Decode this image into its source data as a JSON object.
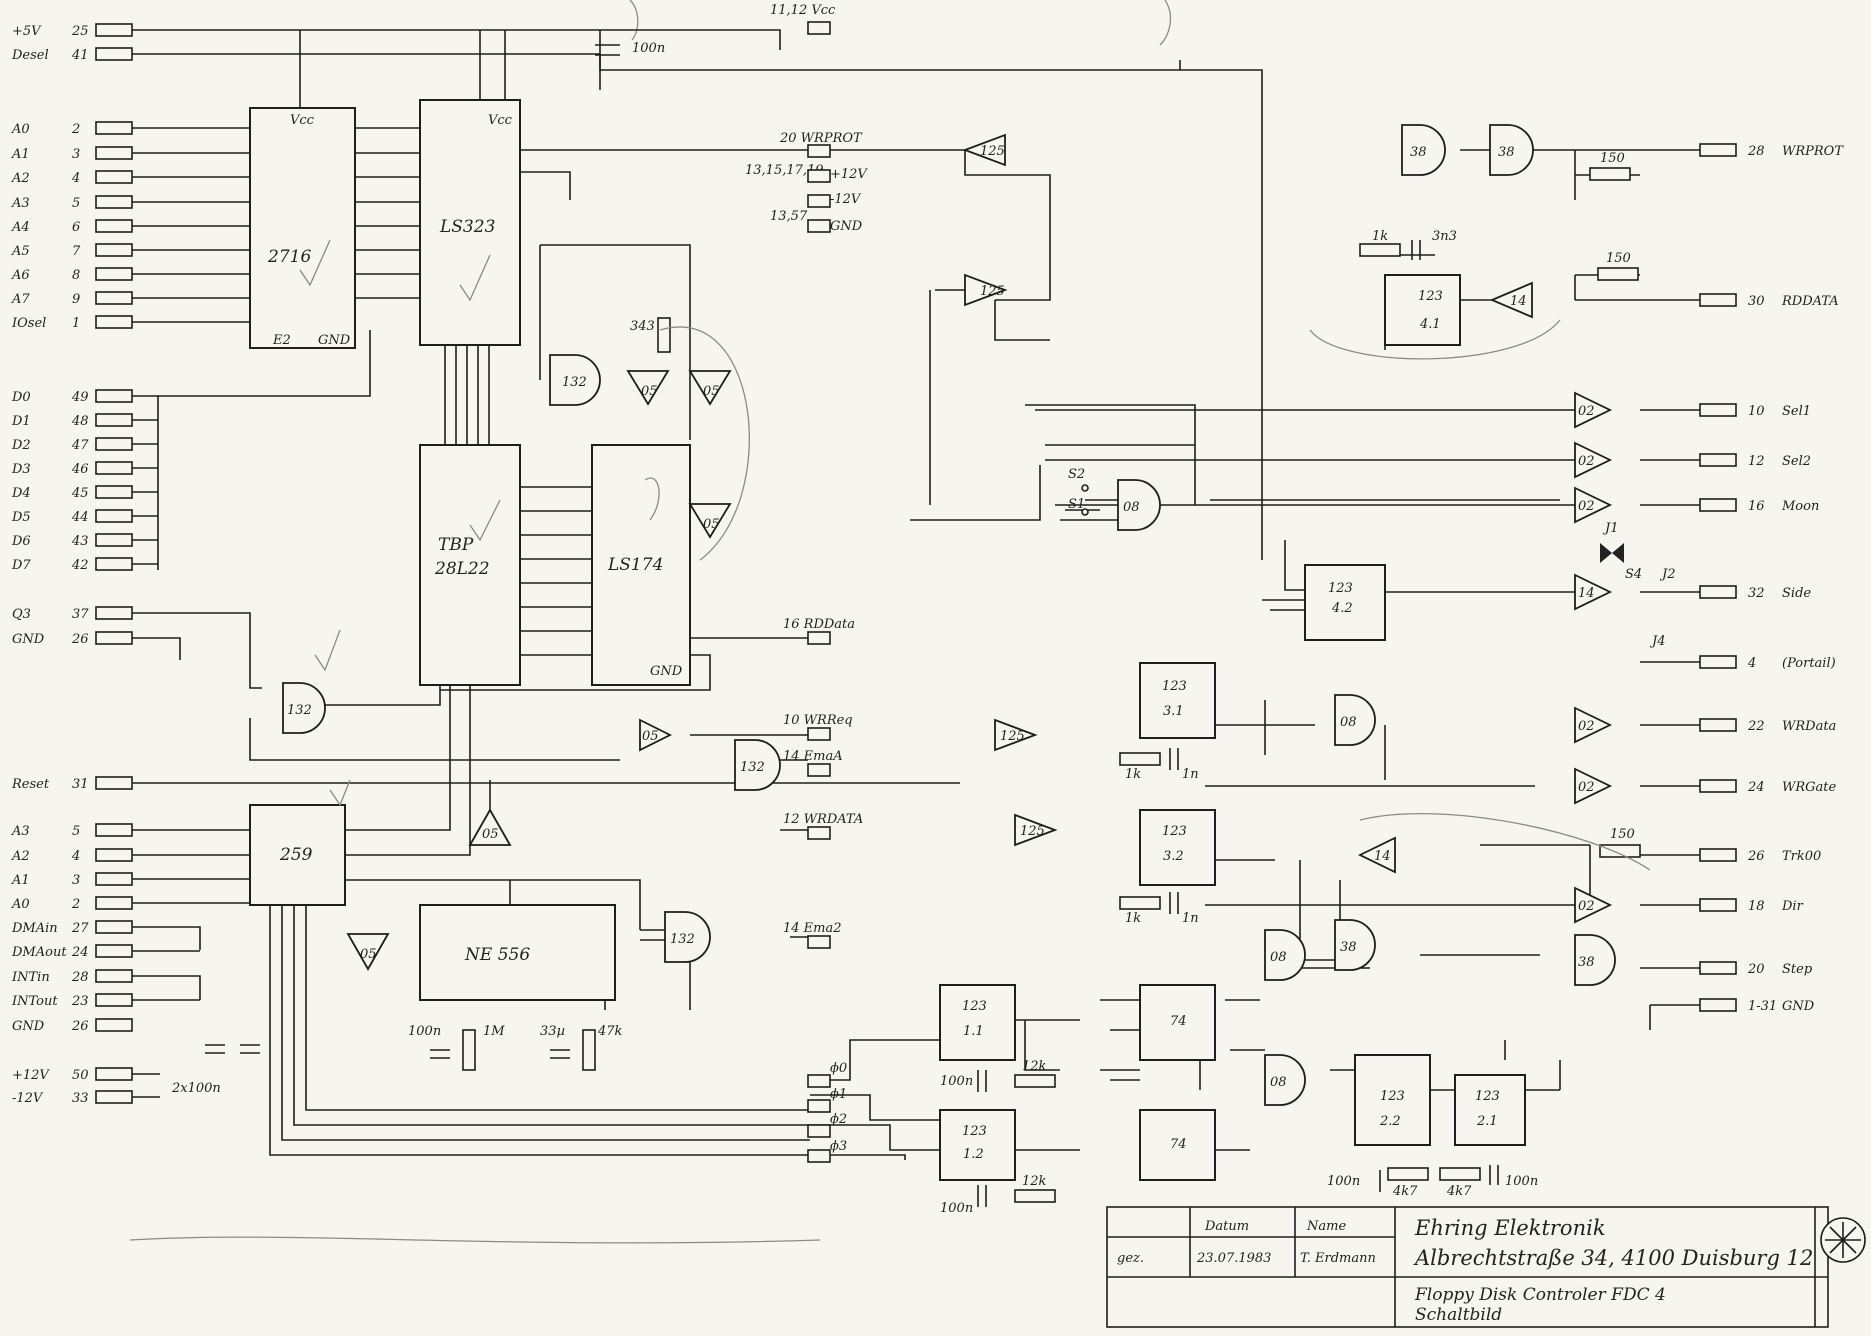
{
  "connector_left": [
    {
      "label": "+5V",
      "pin": "25"
    },
    {
      "label": "Desel",
      "pin": "41"
    },
    {
      "label": "A0",
      "pin": "2"
    },
    {
      "label": "A1",
      "pin": "3"
    },
    {
      "label": "A2",
      "pin": "4"
    },
    {
      "label": "A3",
      "pin": "5"
    },
    {
      "label": "A4",
      "pin": "6"
    },
    {
      "label": "A5",
      "pin": "7"
    },
    {
      "label": "A6",
      "pin": "8"
    },
    {
      "label": "A7",
      "pin": "9"
    },
    {
      "label": "IOsel",
      "pin": "1"
    },
    {
      "label": "D0",
      "pin": "49"
    },
    {
      "label": "D1",
      "pin": "48"
    },
    {
      "label": "D2",
      "pin": "47"
    },
    {
      "label": "D3",
      "pin": "46"
    },
    {
      "label": "D4",
      "pin": "45"
    },
    {
      "label": "D5",
      "pin": "44"
    },
    {
      "label": "D6",
      "pin": "43"
    },
    {
      "label": "D7",
      "pin": "42"
    },
    {
      "label": "Q3",
      "pin": "37"
    },
    {
      "label": "GND",
      "pin": "26"
    },
    {
      "label": "Reset",
      "pin": "31"
    },
    {
      "label": "A3",
      "pin": "5"
    },
    {
      "label": "A2",
      "pin": "4"
    },
    {
      "label": "A1",
      "pin": "3"
    },
    {
      "label": "A0",
      "pin": "2"
    },
    {
      "label": "DMAin",
      "pin": "27"
    },
    {
      "label": "DMAout",
      "pin": "24"
    },
    {
      "label": "INTin",
      "pin": "28"
    },
    {
      "label": "INTout",
      "pin": "23"
    },
    {
      "label": "GND",
      "pin": "26"
    },
    {
      "label": "+12V",
      "pin": "50"
    },
    {
      "label": "-12V",
      "pin": "33"
    }
  ],
  "connector_right": [
    {
      "pin": "28",
      "label": "WRPROT"
    },
    {
      "pin": "30",
      "label": "RDDATA"
    },
    {
      "pin": "10",
      "label": "Sel1"
    },
    {
      "pin": "12",
      "label": "Sel2"
    },
    {
      "pin": "16",
      "label": "Moon"
    },
    {
      "pin": "32",
      "label": "Side"
    },
    {
      "pin": "4",
      "label": "(Portail)"
    },
    {
      "pin": "22",
      "label": "WRData"
    },
    {
      "pin": "24",
      "label": "WRGate"
    },
    {
      "pin": "26",
      "label": "Trk00"
    },
    {
      "pin": "18",
      "label": "Dir"
    },
    {
      "pin": "20",
      "label": "Step"
    },
    {
      "pin": "1-31",
      "label": "GND"
    }
  ],
  "ics": {
    "eprom": "2716",
    "eprom_enable": "E2",
    "counter": "LS323",
    "prom": "TBP",
    "prom_type": "28L22",
    "latch": "LS174",
    "decoder": "259",
    "timer": "NE 556",
    "vcc": "Vcc",
    "gnd": "GND",
    "osc_gnd": "GND"
  },
  "gates": {
    "g132a": "132",
    "g132b": "132",
    "g132c": "132",
    "g132d": "132",
    "g05a": "05",
    "g05b": "05",
    "g05c": "05",
    "g05d": "05",
    "g05e": "05",
    "g125a": "125",
    "g125b": "125",
    "g125c": "125",
    "g125d": "125",
    "g38a": "38",
    "g38b": "38",
    "g38c": "38",
    "g38d": "38",
    "g08a": "08",
    "g08b": "08",
    "g08c": "08",
    "g08d": "08",
    "g14a": "14",
    "g14b": "14",
    "g14c": "14",
    "g02a": "02",
    "g02b": "02",
    "g02c": "02",
    "g02d": "02",
    "g02e": "02",
    "g02f": "02"
  },
  "monoflops": {
    "m41": "123",
    "m41_id": "4.1",
    "m42": "123",
    "m42_id": "4.2",
    "m31": "123",
    "m31_id": "3.1",
    "m32": "123",
    "m32_id": "3.2",
    "m11": "123",
    "m11_id": "1.1",
    "m12": "123",
    "m12_id": "1.2",
    "m22": "123",
    "m22_id": "2.2",
    "m21": "123",
    "m21_id": "2.1",
    "ff74a": "74",
    "ff74b": "74"
  },
  "signals": {
    "vcc_top": "11,12  Vcc",
    "cap_top": "100n",
    "wrprot_in": "20 WRPROT",
    "pwr_pins": "13,15,17,19",
    "p12": "+12V",
    "m12": "-12V",
    "gnd_pins": "13,57",
    "gnd": "GND",
    "rddata": "16 RDData",
    "wrreq": "10 WRReq",
    "emaa": "14 EmaA",
    "wrdata": "12 WRDATA",
    "emab": "14 Ema2",
    "phi0": "ϕ0",
    "phi1": "ϕ1",
    "phi2": "ϕ2",
    "phi3": "ϕ3",
    "s1": "S1",
    "s2": "S2",
    "s4": "S4",
    "jumper1": "J1",
    "jumper2": "J2",
    "jumper4": "J4",
    "r343": "343",
    "r150a": "150",
    "r150b": "150",
    "r150c": "150",
    "r1k": "1k",
    "c3n3": "3n3",
    "r1k_a": "1k",
    "c1n_a": "1n",
    "r1k_b": "1k",
    "c1n_b": "1n",
    "r12k_a": "12k",
    "r12k_b": "12k",
    "c100n_a": "100n",
    "c100n_b": "100n",
    "r4k7a": "4k7",
    "r4k7b": "4k7",
    "c100n_c": "100n",
    "c100n_d": "100n",
    "r1M": "1M",
    "r47k": "47k",
    "c33": "33µ",
    "c100n_osc": "100n",
    "cap_pair": "2x100n"
  },
  "title_block": {
    "col_datum": "Datum",
    "col_name": "Name",
    "row_label": "gez.",
    "date": "23.07.1983",
    "drawn_by": "T. Erdmann",
    "company": "Ehring Elektronik",
    "address": "Albrechtstraße 34, 4100 Duisburg 12",
    "title": "Floppy Disk Controler  FDC 4",
    "subtitle": "Schaltbild"
  }
}
